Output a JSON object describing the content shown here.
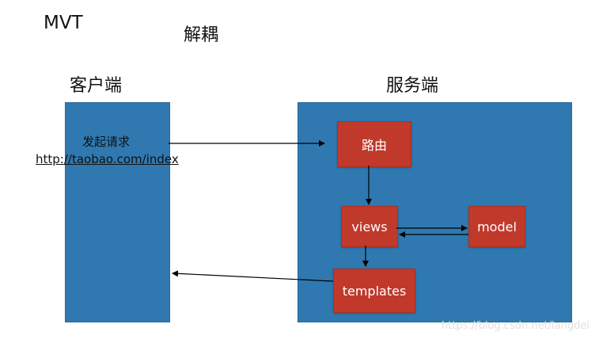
{
  "title": "MVT",
  "subtitle": "解耦",
  "client": {
    "heading": "客户端",
    "request_label": "发起请求",
    "request_url": "http://taobao.com/index"
  },
  "server": {
    "heading": "服务端",
    "nodes": {
      "router": "路由",
      "views": "views",
      "model": "model",
      "templates": "templates"
    }
  },
  "watermark": "https://blog.csdn.net/langdei",
  "colors": {
    "panel": "#2f79b0",
    "node": "#c0392b",
    "node_text": "#ffffff",
    "arrow": "#000000"
  }
}
